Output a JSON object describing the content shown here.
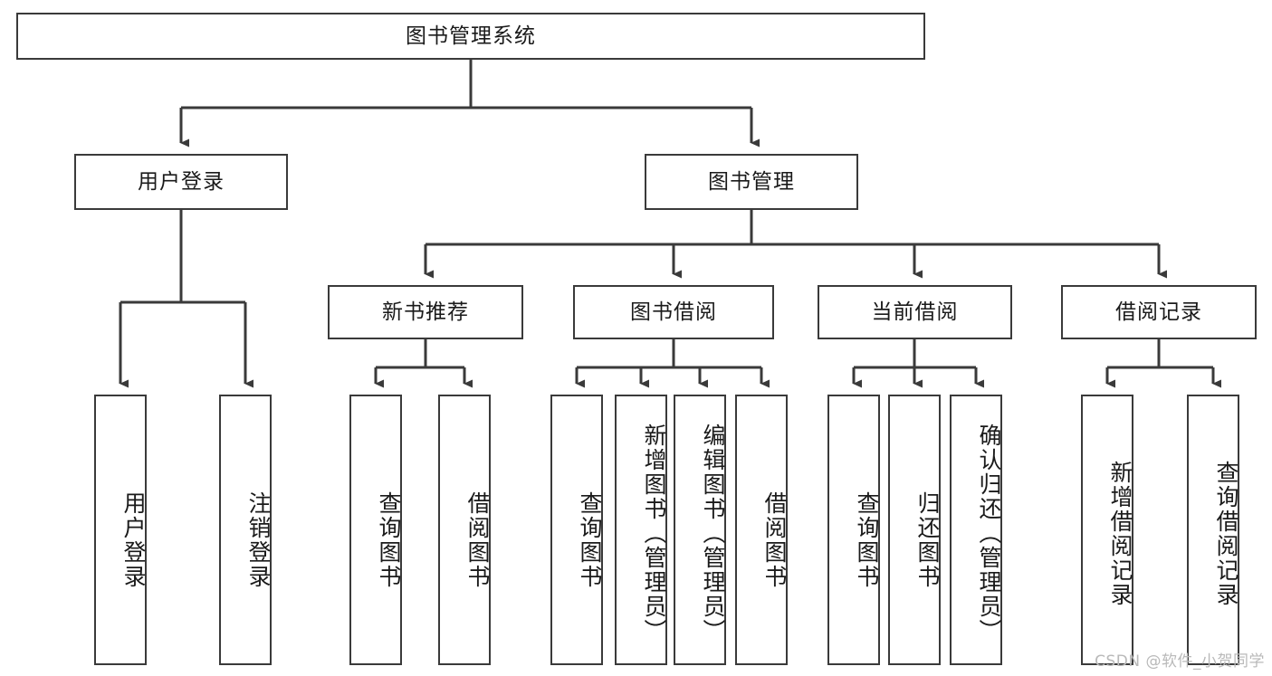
{
  "diagram": {
    "title": "图书管理系统",
    "type": "tree-hierarchy-diagram",
    "colors": {
      "box_border": "#3a3a3a",
      "box_fill": "#ffffff",
      "connector": "#3a3a3a",
      "text": "#1a1a1a",
      "watermark": "#b9b9b9",
      "background": "#ffffff"
    },
    "root": {
      "label": "图书管理系统"
    },
    "level2": [
      {
        "label": "用户登录"
      },
      {
        "label": "图书管理"
      }
    ],
    "level3": [
      {
        "label": "新书推荐"
      },
      {
        "label": "图书借阅"
      },
      {
        "label": "当前借阅"
      },
      {
        "label": "借阅记录"
      }
    ],
    "leaves": {
      "user_login": [
        {
          "label": "用户登录"
        },
        {
          "label": "注销登录"
        }
      ],
      "new_book_recommend": [
        {
          "label": "查询图书"
        },
        {
          "label": "借阅图书"
        }
      ],
      "book_borrow": [
        {
          "label": "查询图书"
        },
        {
          "label": "新增图书（管理员）"
        },
        {
          "label": "编辑图书（管理员）"
        },
        {
          "label": "借阅图书"
        }
      ],
      "current_borrow": [
        {
          "label": "查询图书"
        },
        {
          "label": "归还图书"
        },
        {
          "label": "确认归还（管理员）"
        }
      ],
      "borrow_records": [
        {
          "label": "新增借阅记录"
        },
        {
          "label": "查询借阅记录"
        }
      ]
    }
  },
  "watermark": {
    "text": "CSDN @软件_小贺同学"
  }
}
